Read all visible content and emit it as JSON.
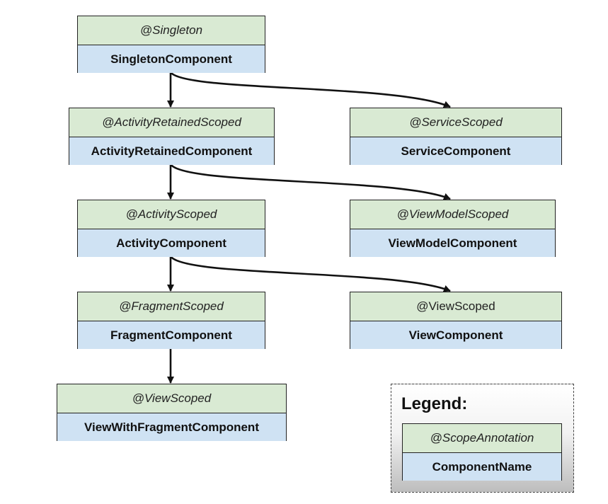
{
  "nodes": {
    "singleton": {
      "scope": "@Singleton",
      "component": "SingletonComponent"
    },
    "activity_retained": {
      "scope": "@ActivityRetainedScoped",
      "component": "ActivityRetainedComponent"
    },
    "service": {
      "scope": "@ServiceScoped",
      "component": "ServiceComponent"
    },
    "activity": {
      "scope": "@ActivityScoped",
      "component": "ActivityComponent"
    },
    "view_model": {
      "scope": "@ViewModelScoped",
      "component": "ViewModelComponent"
    },
    "fragment": {
      "scope": "@FragmentScoped",
      "component": "FragmentComponent"
    },
    "view": {
      "scope": "@ViewScoped",
      "component": "ViewComponent"
    },
    "view_with_fragment": {
      "scope": "@ViewScoped",
      "component": "ViewWithFragmentComponent"
    }
  },
  "legend": {
    "title": "Legend:",
    "scope": "@ScopeAnnotation",
    "component": "ComponentName"
  },
  "colors": {
    "scope_fill": "#d9ead3",
    "component_fill": "#cfe2f3",
    "edge": "#111111"
  }
}
